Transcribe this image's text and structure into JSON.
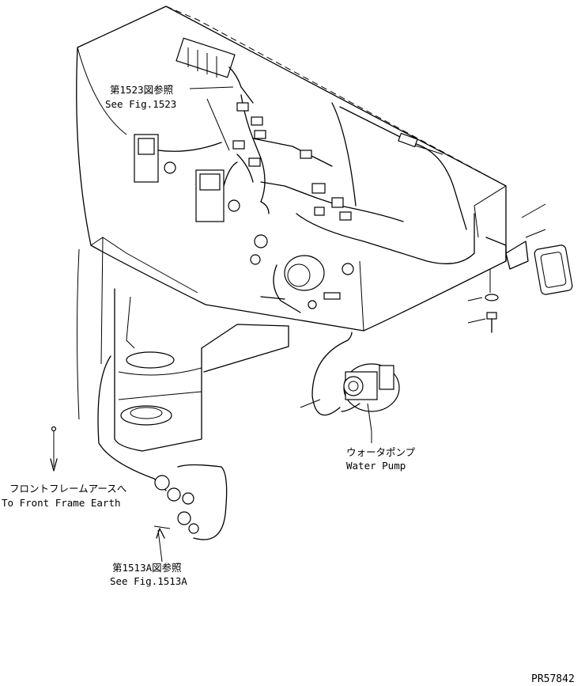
{
  "callouts": {
    "fig1523": {
      "jp": "第1523図参照",
      "en": "See Fig.1523"
    },
    "front_earth": {
      "jp": "フロントフレームアースへ",
      "en": "To Front Frame Earth"
    },
    "water_pump": {
      "jp": "ウォータポンプ",
      "en": "Water Pump"
    },
    "fig1513a": {
      "jp": "第1513A図参照",
      "en": "See Fig.1513A"
    }
  },
  "drawing_code": "PR57842"
}
